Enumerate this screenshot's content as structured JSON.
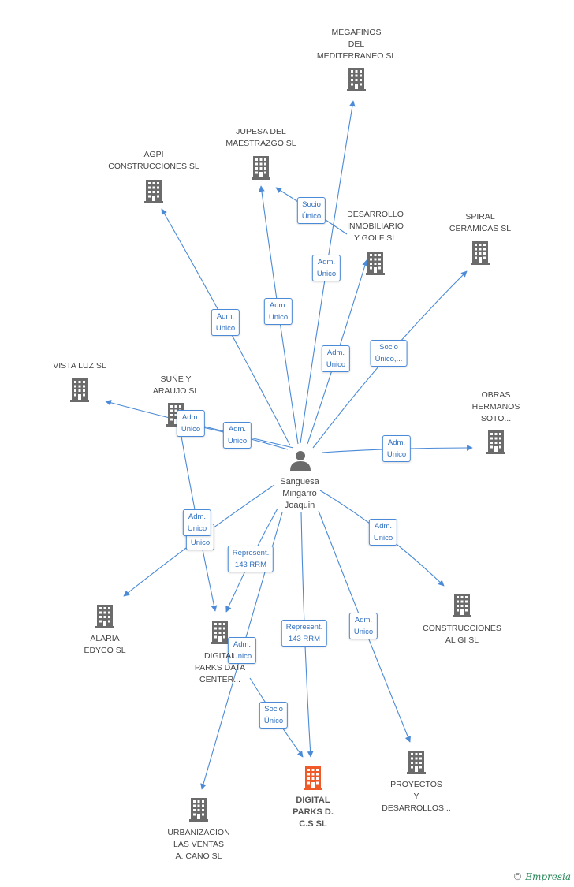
{
  "colors": {
    "edge": "#4a8ad6",
    "company": "#6b6b6b",
    "company_main": "#f05a28",
    "person": "#6b6b6b"
  },
  "person": {
    "name": "Sanguesa\nMingarro\nJoaquin",
    "icon": "person-icon"
  },
  "companies": [
    {
      "id": "megafinos",
      "label": "MEGAFINOS\nDEL\nMEDITERRANEO SL",
      "icon": "building-icon"
    },
    {
      "id": "jupesa",
      "label": "JUPESA DEL\nMAESTRAZGO SL",
      "icon": "building-icon"
    },
    {
      "id": "agpi",
      "label": "AGPI\nCONSTRUCCIONES SL",
      "icon": "building-icon"
    },
    {
      "id": "desarrollo_golf",
      "label": "DESARROLLO\nINMOBILIARIO\nY GOLF SL",
      "icon": "building-icon"
    },
    {
      "id": "spiral",
      "label": "SPIRAL\nCERAMICAS SL",
      "icon": "building-icon"
    },
    {
      "id": "vista_luz",
      "label": "VISTA LUZ SL",
      "icon": "building-icon"
    },
    {
      "id": "sune",
      "label": "SUÑE Y\nARAUJO SL",
      "icon": "building-icon"
    },
    {
      "id": "obras",
      "label": "OBRAS\nHERMANOS\nSOTO...",
      "icon": "building-icon"
    },
    {
      "id": "alaria",
      "label": "ALARIA\nEDYCO SL",
      "icon": "building-icon"
    },
    {
      "id": "digital_center",
      "label": "DIGITAL\nPARKS DATA\nCENTER...",
      "icon": "building-icon"
    },
    {
      "id": "construcciones_gi",
      "label": "CONSTRUCCIONES\nAL GI SL",
      "icon": "building-icon"
    },
    {
      "id": "digital_cs",
      "label": "DIGITAL\nPARKS D.\nC.S SL",
      "icon": "building-icon",
      "main": true
    },
    {
      "id": "proyectos",
      "label": "PROYECTOS\nY\nDESARROLLOS...",
      "icon": "building-icon"
    },
    {
      "id": "urbanizacion",
      "label": "URBANIZACION\nLAS VENTAS\nA.  CANO SL",
      "icon": "building-icon"
    }
  ],
  "edges": [
    {
      "from": "person",
      "to": "megafinos",
      "label": "Adm.\nUnico"
    },
    {
      "from": "person",
      "to": "jupesa",
      "label": "Adm.\nUnico"
    },
    {
      "from": "desarrollo_golf",
      "to": "jupesa",
      "label": "Socio\nÚnico"
    },
    {
      "from": "person",
      "to": "agpi",
      "label": "Adm.\nUnico"
    },
    {
      "from": "person",
      "to": "desarrollo_golf",
      "label": "Adm.\nUnico"
    },
    {
      "from": "person",
      "to": "spiral",
      "label": "Socio\nÚnico,..."
    },
    {
      "from": "person",
      "to": "vista_luz",
      "label": "Adm.\nUnico"
    },
    {
      "from": "person",
      "to": "vista_luz_b",
      "label": "Adm.\nUnico"
    },
    {
      "from": "person",
      "to": "obras",
      "label": "Adm.\nUnico"
    },
    {
      "from": "person",
      "to": "alaria",
      "label": "Adm.\nUnico"
    },
    {
      "from": "sune",
      "to": "digital_center",
      "label": "Adm.\nUnico"
    },
    {
      "from": "person",
      "to": "digital_center",
      "label": "Represent.\n143 RRM"
    },
    {
      "from": "person",
      "to": "construcciones_gi",
      "label": "Adm.\nUnico"
    },
    {
      "from": "person",
      "to": "digital_cs",
      "label": "Represent.\n143 RRM"
    },
    {
      "from": "digital_center",
      "to": "digital_cs",
      "label": "Socio\nÚnico"
    },
    {
      "from": "person",
      "to": "urbanizacion",
      "label": "Adm.\nUnico"
    },
    {
      "from": "person",
      "to": "proyectos",
      "label": "Adm.\nUnico"
    }
  ],
  "footer": {
    "copyright": "©",
    "brand": "Empresia"
  }
}
